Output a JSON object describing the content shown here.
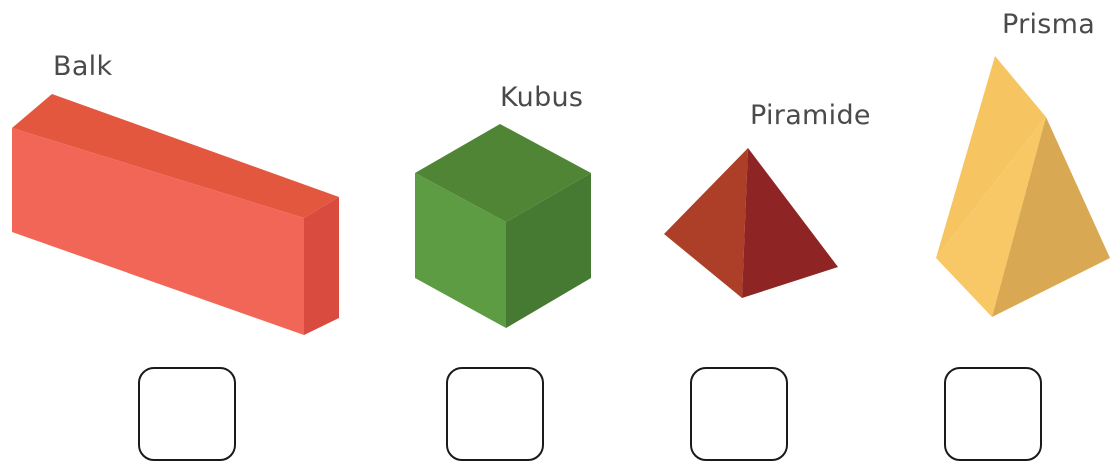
{
  "shapes": [
    {
      "id": "balk",
      "label": "Balk",
      "color": "#f06453"
    },
    {
      "id": "kubus",
      "label": "Kubus",
      "color": "#5a9a40"
    },
    {
      "id": "piramide",
      "label": "Piramide",
      "color": "#b5402a"
    },
    {
      "id": "prisma",
      "label": "Prisma",
      "color": "#f5c35a"
    }
  ]
}
